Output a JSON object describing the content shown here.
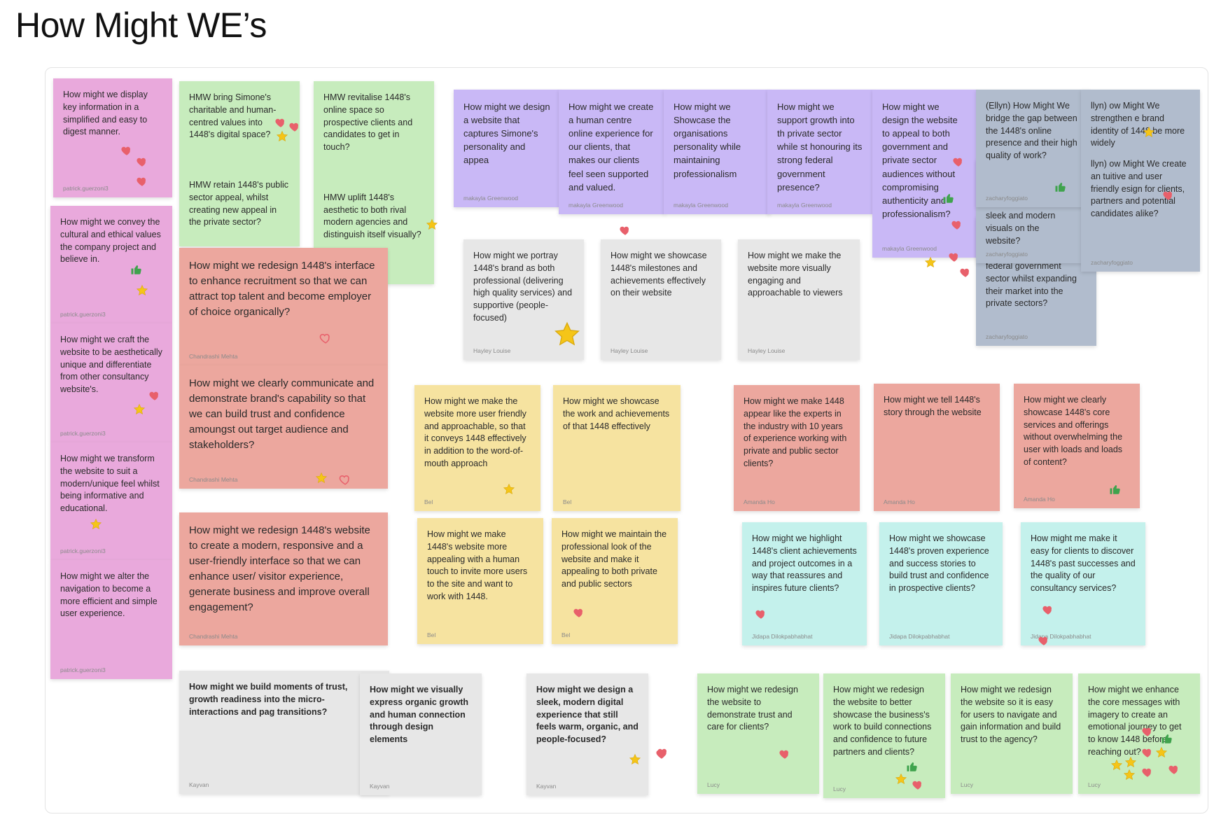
{
  "title": "How Might WE’s",
  "notes": [
    {
      "text": "How might we display key information in a simplified and easy to digest manner.",
      "author": "patrick.guerzoni3"
    },
    {
      "text": "How might we convey the cultural and ethical values the company project and believe in.",
      "author": "patrick.guerzoni3"
    },
    {
      "text": "How might we craft the website to be aesthetically unique and differentiate from other consultancy website's.",
      "author": "patrick.guerzoni3"
    },
    {
      "text": "How might we transform the website to suit a modern/unique feel whilst being informative and educational.",
      "author": "patrick.guerzoni3"
    },
    {
      "text": "How might we alter the navigation to become a more efficient and simple user experience.",
      "author": "patrick.guerzoni3"
    },
    {
      "text": "HMW bring Simone's charitable and human-centred values into 1448's digital space?",
      "author": ""
    },
    {
      "text": "HMW retain 1448's public sector appeal, whilst creating new appeal in the private sector?",
      "author": ""
    },
    {
      "text": "HMW revitalise 1448's online space so prospective clients and candidates to get in touch?",
      "author": ""
    },
    {
      "text": "HMW uplift 1448's aesthetic to both rival modern agencies and distinguish itself visually?",
      "author": ""
    },
    {
      "text": "How might we redesign 1448's interface to enhance recruitment so that we can attract top talent and become employer of choice organically?",
      "author": "Chandrashi Mehta"
    },
    {
      "text": "How might we clearly communicate and demonstrate brand's capability so that we can build trust and confidence amoungst out target audience and stakeholders?",
      "author": "Chandrashi Mehta"
    },
    {
      "text": "How might we redesign 1448's website to create a modern, responsive and a user-friendly interface so that we can enhance user/ visitor experience, generate business and improve overall engagement?",
      "author": "Chandrashi Mehta"
    },
    {
      "text": "How might we design a website that captures Simone's personality and appea",
      "author": "makayla Greenwood"
    },
    {
      "text": "How might we create a human centre online experience for our clients, that makes our clients feel seen supported and valued.",
      "author": "makayla Greenwood"
    },
    {
      "text": "How might we Showcase the organisations personality while maintaining professionalism",
      "author": "makayla Greenwood"
    },
    {
      "text": "How might we support growth into th private sector while st honouring its strong federal government presence?",
      "author": "makayla Greenwood"
    },
    {
      "text": "How might we design the website to appeal to both government and private sector audiences without compromising authenticity and professionalism?",
      "author": "makayla Greenwood"
    },
    {
      "text": "(Ellyn) How Might We bridge the gap between the 1448's online presence and their high quality of work?",
      "author": "zacharyfoggiato"
    },
    {
      "text": "llyn) ow Might We strengthen e brand identity of 1448 be more widely",
      "author": ""
    },
    {
      "text": "llyn) ow Might We create an tuitive and user friendly esign for clients, partners and potential candidates alike?",
      "author": "zacharyfoggiato"
    },
    {
      "text": "sleek and modern visuals on the website?",
      "author": "zacharyfoggiato"
    },
    {
      "text": "federal government sector whilst expanding their market into the private sectors?",
      "author": "zacharyfoggiato"
    },
    {
      "text": "How might we portray 1448's brand as both professional (delivering high quality services) and supportive (people-focused)",
      "author": "Hayley Louise"
    },
    {
      "text": "How might we showcase 1448's milestones and achievements effectively on their website",
      "author": "Hayley Louise"
    },
    {
      "text": "How might we make the website more visually engaging and approachable to viewers",
      "author": "Hayley Louise"
    },
    {
      "text": "How might we make the website more user friendly and approachable, so that it conveys 1448 effectively in addition to the word-of-mouth approach",
      "author": "Bel"
    },
    {
      "text": "How might we showcase the work and achievements of that 1448 effectively",
      "author": "Bel"
    },
    {
      "text": "How might we make 1448's website more appealing with a human touch to invite more users to the site and want to work with 1448.",
      "author": "Bel"
    },
    {
      "text": "How might we maintain the professional look of the website and make it appealing to both private and public sectors",
      "author": "Bel"
    },
    {
      "text": "How might we make 1448 appear like the experts in the industry with 10 years of experience working with private and public sector clients?",
      "author": "Amanda Ho"
    },
    {
      "text": "How might we tell 1448's story through the website",
      "author": "Amanda Ho"
    },
    {
      "text": "How might we clearly showcase 1448's core services and offerings without overwhelming the user with loads and loads of content?",
      "author": "Amanda Ho"
    },
    {
      "text": "How might we highlight 1448's client achievements and project outcomes in a way that reassures and inspires future clients?",
      "author": "Jidapa Dilokpabhabhat"
    },
    {
      "text": "How might we showcase 1448's proven experience and success stories to build trust and confidence in prospective clients?",
      "author": "Jidapa Dilokpabhabhat"
    },
    {
      "text": "How might me make it easy for clients to discover 1448's past successes and the quality of our consultancy services?",
      "author": "Jidapa Dilokpabhabhat"
    },
    {
      "text": "How might we build moments of trust, growth readiness into the micro-interactions and pag transitions?",
      "author": "Kayvan"
    },
    {
      "text": "How might we visually express organic growth and human connection through design elements",
      "author": "Kayvan"
    },
    {
      "text": "How might we design a sleek, modern digital experience that still feels warm, organic, and people-focused?",
      "author": "Kayvan"
    },
    {
      "text": "How might we redesign the website to demonstrate trust and care for clients?",
      "author": "Lucy"
    },
    {
      "text": "How might we redesign the website to better showcase the business's work to build connections and confidence to future partners and clients?",
      "author": "Lucy"
    },
    {
      "text": "How might we redesign the website so it is easy for users to navigate and gain information and build trust to the agency?",
      "author": "Lucy"
    },
    {
      "text": "How might we enhance the core messages with imagery to create an emotional journey to get to know 1448 before reaching out?",
      "author": "Lucy"
    }
  ],
  "reactions": {
    "heart": {
      "icon": "heart-icon",
      "color": "#e8606b"
    },
    "star": {
      "icon": "star-icon",
      "color": "#f5c518"
    },
    "thumb": {
      "icon": "thumbs-up-icon",
      "color": "#3fa34d"
    }
  }
}
